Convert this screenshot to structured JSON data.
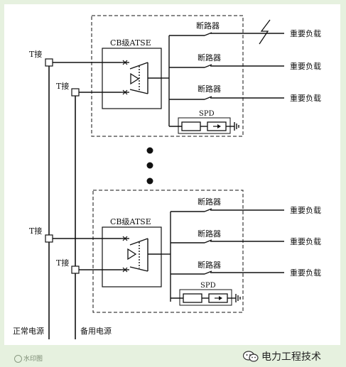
{
  "modules": [
    {
      "atse_label": "CB级ATSE",
      "breakers": [
        "断路器",
        "断路器",
        "断路器"
      ],
      "loads": [
        "重要负载",
        "重要负载",
        "重要负载"
      ],
      "spd_label": "SPD"
    },
    {
      "atse_label": "CB级ATSE",
      "breakers": [
        "断路器",
        "断路器",
        "断路器"
      ],
      "loads": [
        "重要负载",
        "重要负载",
        "重要负载"
      ],
      "spd_label": "SPD"
    }
  ],
  "tap_labels": [
    "T接",
    "T接",
    "T接",
    "T接"
  ],
  "source_labels": {
    "normal": "正常电源",
    "standby": "备用电源"
  },
  "watermark": "水印图",
  "brand": "电力工程技术"
}
